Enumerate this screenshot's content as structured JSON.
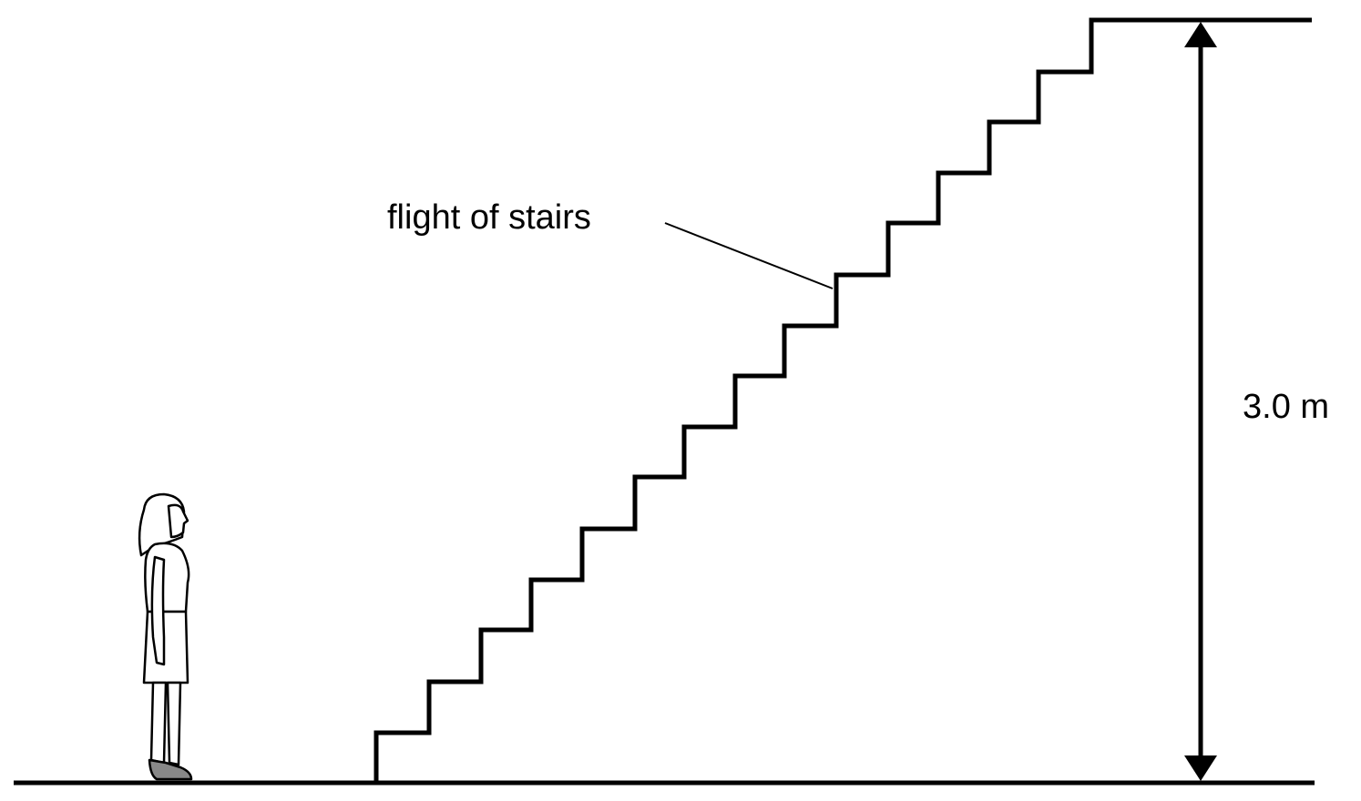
{
  "labels": {
    "stairs": "flight of stairs",
    "height": "3.0 m"
  },
  "figure": {
    "step_count": 15,
    "icons": [
      "person-figure",
      "double-headed-arrow"
    ],
    "line_color": "#000000"
  }
}
